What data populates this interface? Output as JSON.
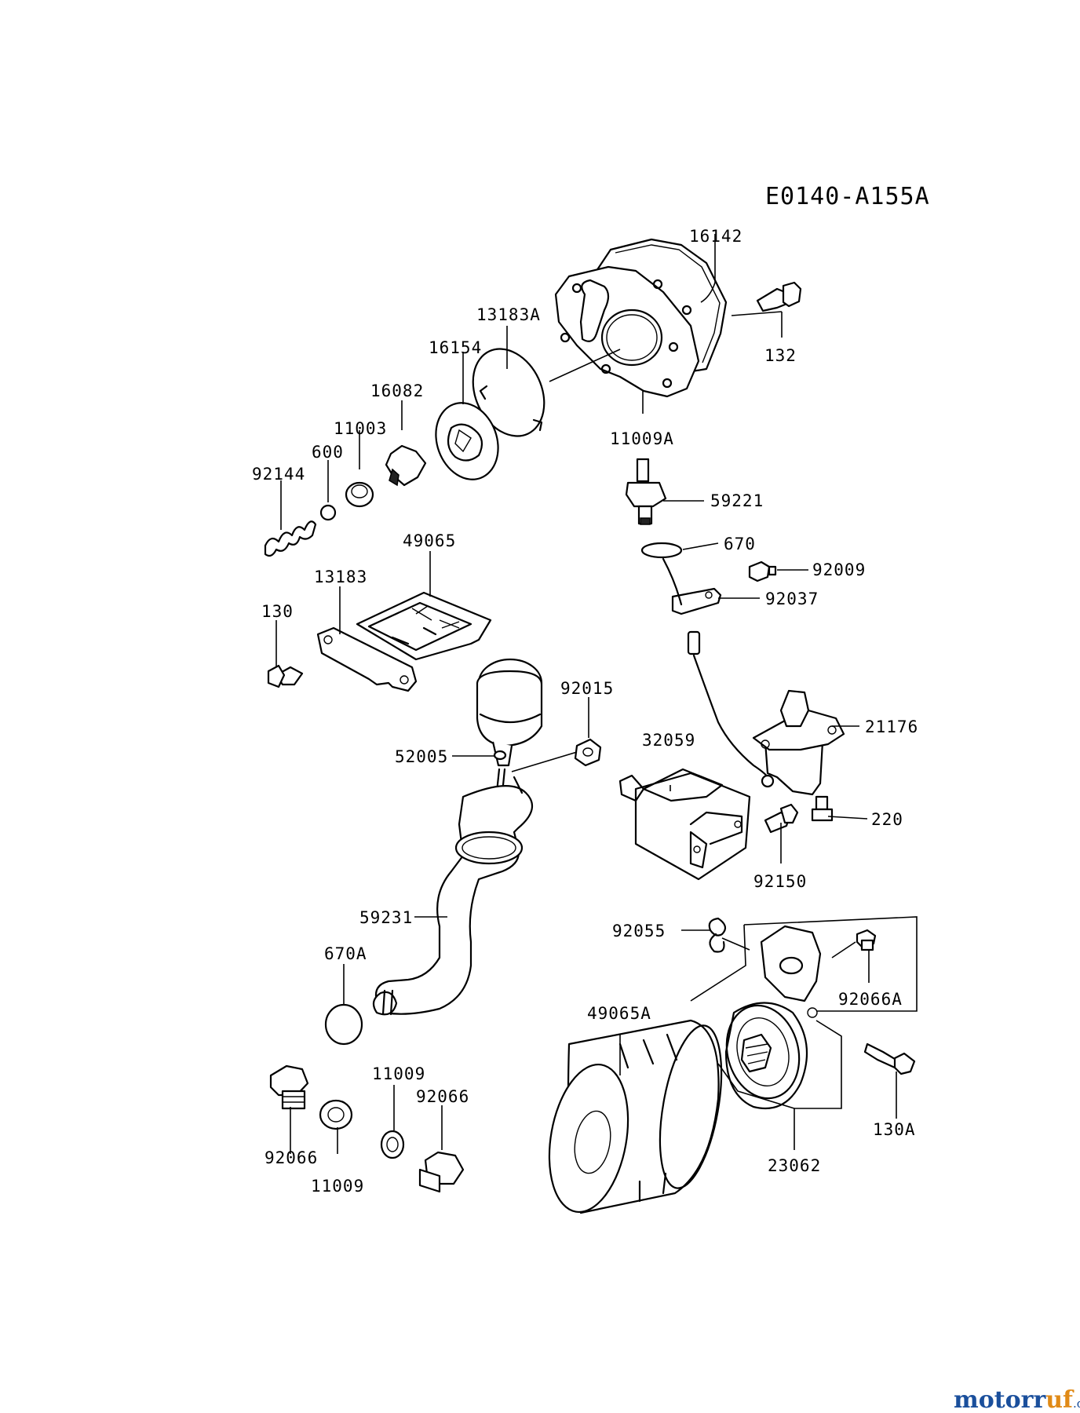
{
  "diagram_code": "E0140-A155A",
  "watermark": {
    "brand_a": "motor",
    "brand_b": "uf",
    "brand_r": "r",
    "tld": ".de"
  },
  "labels": {
    "p16142": "16142",
    "p132": "132",
    "p13183A": "13183A",
    "p16154": "16154",
    "p16082": "16082",
    "p11003": "11003",
    "p600": "600",
    "p92144": "92144",
    "p11009A": "11009A",
    "p59221": "59221",
    "p670": "670",
    "p92009": "92009",
    "p92037": "92037",
    "p49065": "49065",
    "p13183": "13183",
    "p130": "130",
    "p92015": "92015",
    "p52005": "52005",
    "p32059": "32059",
    "p21176": "21176",
    "p220": "220",
    "p92150": "92150",
    "p59231": "59231",
    "p670A": "670A",
    "p92055": "92055",
    "p92066A": "92066A",
    "p49065A": "49065A",
    "p130A": "130A",
    "p23062": "23062",
    "p11009_top": "11009",
    "p92066_top": "92066",
    "p92066_bottom": "92066",
    "p11009_bottom": "11009"
  }
}
